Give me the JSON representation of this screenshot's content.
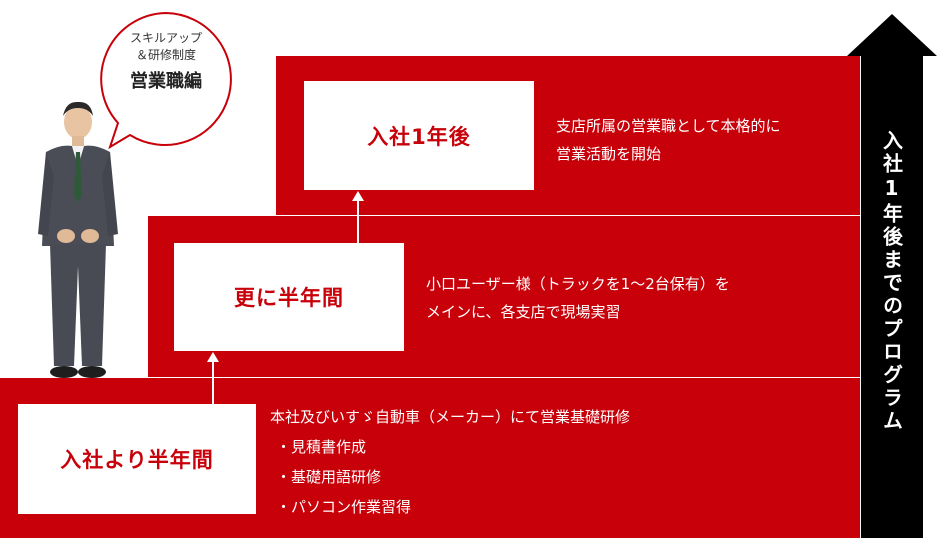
{
  "bubble": {
    "line1": "スキルアップ",
    "line2": "＆研修制度",
    "line3": "営業職編"
  },
  "steps": [
    {
      "title": "入社より半年間",
      "description": "本社及びいすゞ自動車（メーカー）にて営業基礎研修",
      "bullets": [
        "・見積書作成",
        "・基礎用語研修",
        "・パソコン作業習得"
      ]
    },
    {
      "title": "更に半年間",
      "line1": "小口ユーザー様（トラックを1～2台保有）を",
      "line2": "メインに、各支店で現場実習"
    },
    {
      "title": "入社1年後",
      "line1": "支店所属の営業職として本格的に",
      "line2": "営業活動を開始"
    }
  ],
  "arrow_label": "入社1年後までのプログラム",
  "colors": {
    "accent": "#c8000a",
    "arrow": "#000000",
    "text_light": "#ffffff"
  }
}
